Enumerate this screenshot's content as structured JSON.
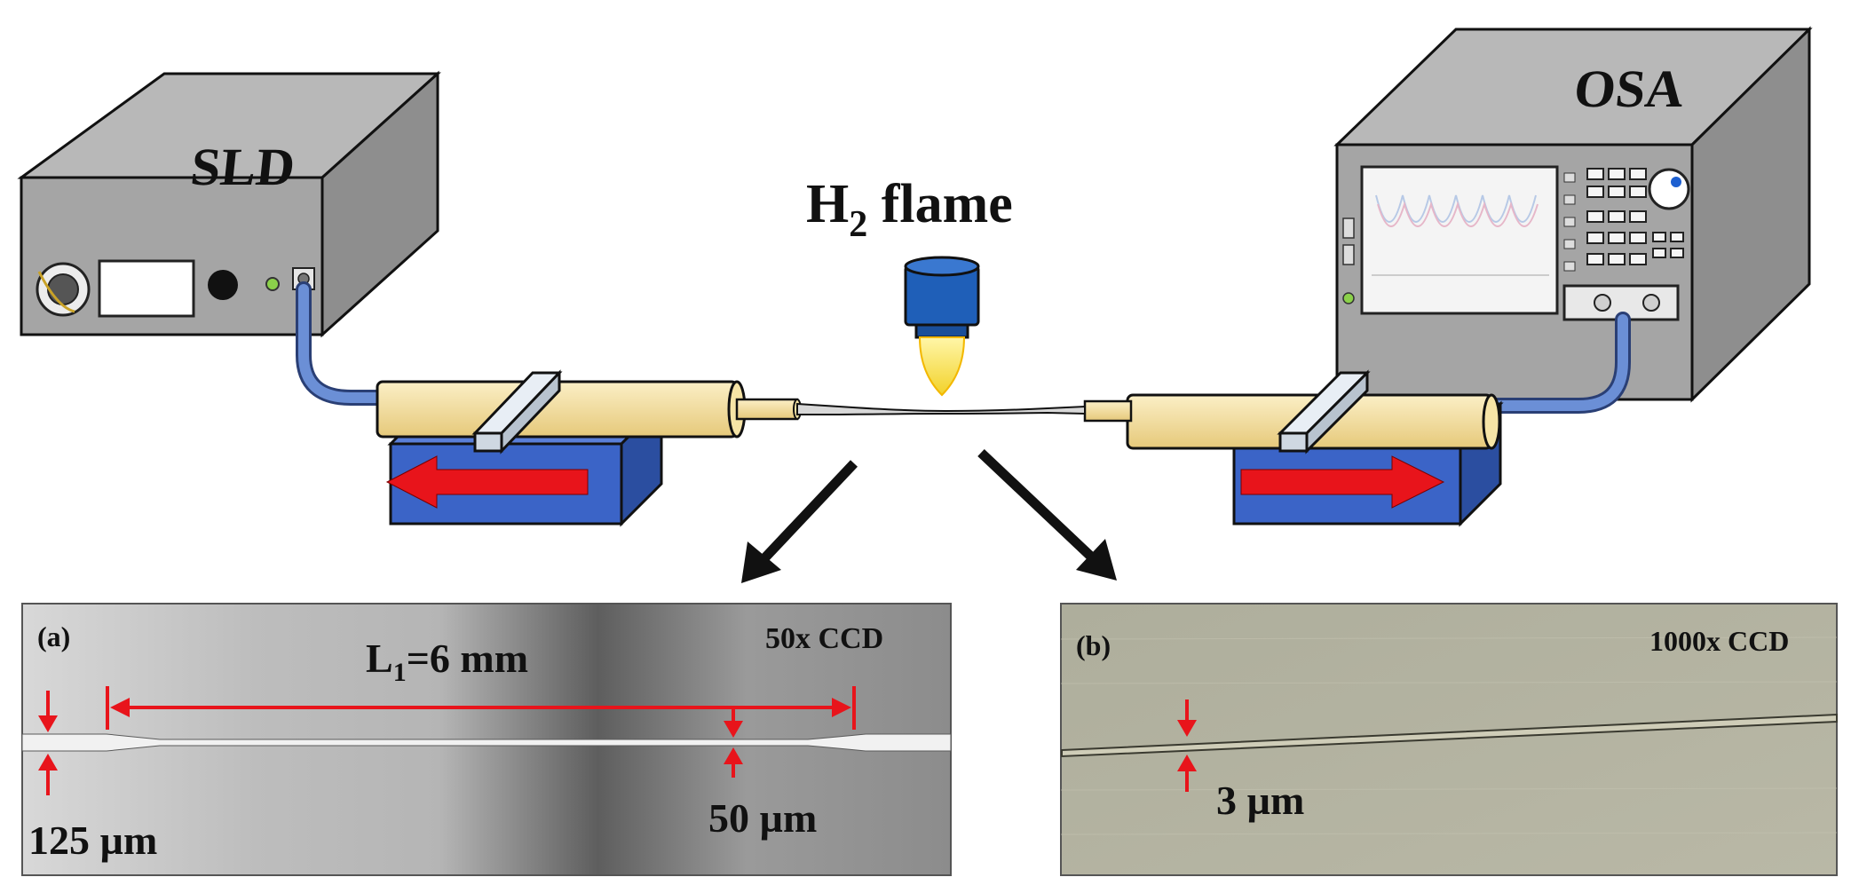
{
  "devices": {
    "source_label": "SLD",
    "analyzer_label": "OSA"
  },
  "flame": {
    "label_main": "H",
    "label_sub": "2",
    "label_rest": " flame"
  },
  "panel_a": {
    "tag": "(a)",
    "magnification": "50x CCD",
    "length_main": "L",
    "length_sub": "1",
    "length_rest": "=6 mm",
    "diameter_left": "125 µm",
    "diameter_waist": "50 µm"
  },
  "panel_b": {
    "tag": "(b)",
    "magnification": "1000x CCD",
    "diameter": "3 µm"
  },
  "colors": {
    "arrow_red": "#e8141b",
    "stage_blue": "#3b64c7",
    "ferrule": "#f2dc9b",
    "device_gray": "#a9a9a9",
    "fiber_cable": "#6b8fd6"
  }
}
